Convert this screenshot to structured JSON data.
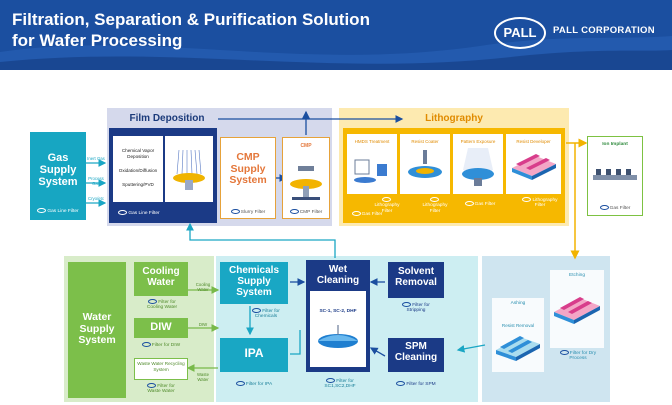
{
  "header": {
    "title_line1": "Filtration, Separation & Purification Solution",
    "title_line2": "for Wafer Processing",
    "logo_text": "PALL",
    "company": "PALL CORPORATION"
  },
  "gas_supply": {
    "title_line1": "Gas",
    "title_line2": "Supply",
    "title_line3": "System",
    "inputs": [
      "Inert Gas",
      "Process Gas",
      "Cryo/etc"
    ],
    "filter": "Gas Line Filter"
  },
  "film_deposition": {
    "title": "Film Deposition",
    "items": [
      "Chemical Vapor Deposition",
      "Oxidation/Diffusion",
      "Sputtering/PVD"
    ],
    "filter": "Gas Line Filter"
  },
  "cmp_supply": {
    "title_line1": "CMP",
    "title_line2": "Supply",
    "title_line3": "System",
    "filter": "Slurry Filter"
  },
  "cmp": {
    "title": "CMP",
    "filter": "CMP Filter"
  },
  "lithography": {
    "title": "Lithography",
    "stages": [
      {
        "name": "HMDS Treatment",
        "filter": "Lithography Filter"
      },
      {
        "name": "Resist Coater",
        "filter": "Lithography Filter"
      },
      {
        "name": "Pattern Exposure",
        "filter": "Gas Filter"
      },
      {
        "name": "Resist Developer",
        "filter": "Lithography Filter"
      }
    ],
    "gas_filter": "Gas Filter"
  },
  "ion_implant": {
    "title": "Ion Implant",
    "filter": "Gas Filter"
  },
  "water_supply": {
    "title_line1": "Water",
    "title_line2": "Supply",
    "title_line3": "System",
    "cooling": {
      "title_line1": "Cooling",
      "title_line2": "Water",
      "filter": "Filter for Cooling Water",
      "flow": "Cooling Water"
    },
    "diw": {
      "title": "DIW",
      "filter": "Filter for DIW",
      "flow": "DIW"
    },
    "waste": {
      "title": "Waste Water Recycling System",
      "filter": "Filter for Waste Water",
      "flow": "Waste Water"
    }
  },
  "chemicals": {
    "title_line1": "Chemicals",
    "title_line2": "Supply",
    "title_line3": "System",
    "filter": "Filter for Chemicals"
  },
  "ipa": {
    "title": "IPA",
    "filter": "Filter for IPA"
  },
  "wet_cleaning": {
    "title_line1": "Wet",
    "title_line2": "Cleaning",
    "chemistry": "SC-1, SC-2, DHF",
    "filter": "Filter for SC1,SC2,DHF"
  },
  "solvent": {
    "title_line1": "Solvent",
    "title_line2": "Removal",
    "filter": "Filter for Stripping"
  },
  "spm": {
    "title_line1": "SPM",
    "title_line2": "Cleaning",
    "filter": "Filter for SPM"
  },
  "etching": {
    "title": "Etching",
    "ashing": "Ashing",
    "resist_removal": "Resist Removal",
    "filter": "Filter for Dry Process"
  }
}
